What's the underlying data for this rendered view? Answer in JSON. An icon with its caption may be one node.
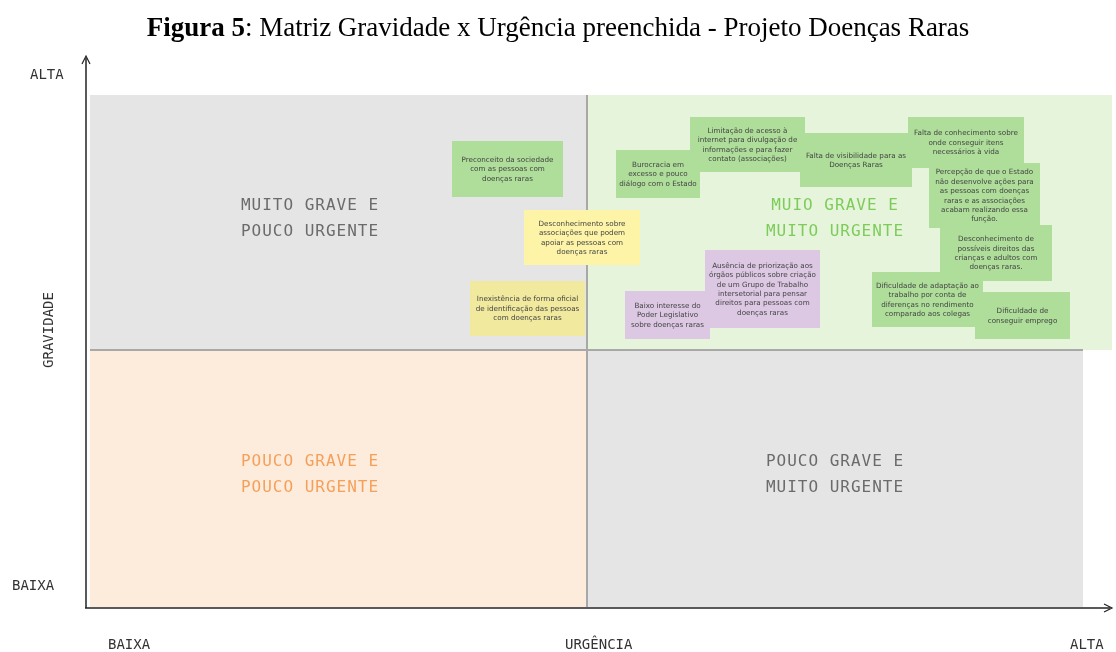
{
  "diagram": {
    "title": "**Figura 5**: Matriz Gravidade x Urgência preenchida - Projeto Doenças Raras",
    "nodes": [
      {
        "text": [
          "MUITO GRAVE E POUCO URGENTE"
        ]
      },
      {
        "text": [
          "MUIO GRAVE E MUITO URGENTE"
        ]
      },
      {
        "text": [
          "Limitação de acesso à internet para divulgação de informações e para fazer contato (associações)"
        ],
        "in": 1
      },
      {
        "text": [
          "Falta de conhecimento sobre onde conseguir itens necessários à vida"
        ],
        "in": 1
      },
      {
        "text": [
          "Falta de visibilidade para as Doenças Raras"
        ],
        "in": 1
      },
      {
        "text": [
          "Preconceito da sociedade com as pessoas com doenças raras"
        ],
        "in": 0
      },
      {
        "text": [
          "Burocracia em excesso e pouco diálogo com o Estado"
        ],
        "in": 1
      },
      {
        "text": [
          "Percepção de que o Estado não desenvolve ações para as pessoas com doenças raras e as associações acabam realizando essa função."
        ],
        "in": 1
      },
      {
        "text": [
          "Desconhecimento sobre associações que podem apoiar as pessoas com doenças raras"
        ]
      },
      {
        "text": [
          "Desconhecimento de possíveis direitos das crianças e adultos com doenças raras."
        ],
        "in": 1
      },
      {
        "text": [
          "Ausência de priorização aos órgãos públicos sobre criação de um Grupo de Trabalho intersetorial para pensar direitos para pessoas com doenças raras"
        ],
        "in": 1
      },
      {
        "text": [
          "Dificuldade de adaptação ao trabalho por conta de diferenças no rendimento comparado aos colegas"
        ],
        "in": 1
      },
      {
        "text": [
          "Inexistência de forma oficial de identificação das pessoas com doenças raras"
        ],
        "in": 0
      },
      {
        "text": [
          "Baixo interesse do Poder Legislativo sobre doenças raras"
        ],
        "in": 1
      },
      {
        "text": [
          "Dificuldade de conseguir emprego"
        ],
        "in": 1
      },
      {
        "text": [
          "POUCO GRAVE E POUCO URGENTE"
        ]
      },
      {
        "text": [
          "POUCO GRAVE E MUITO URGENTE"
        ]
      }
    ],
    "labels": [
      "ALTA",
      "GRAVIDADE",
      "BAIXA",
      "BAIXA",
      "URGÊNCIA",
      "ALTA"
    ]
  }
}
